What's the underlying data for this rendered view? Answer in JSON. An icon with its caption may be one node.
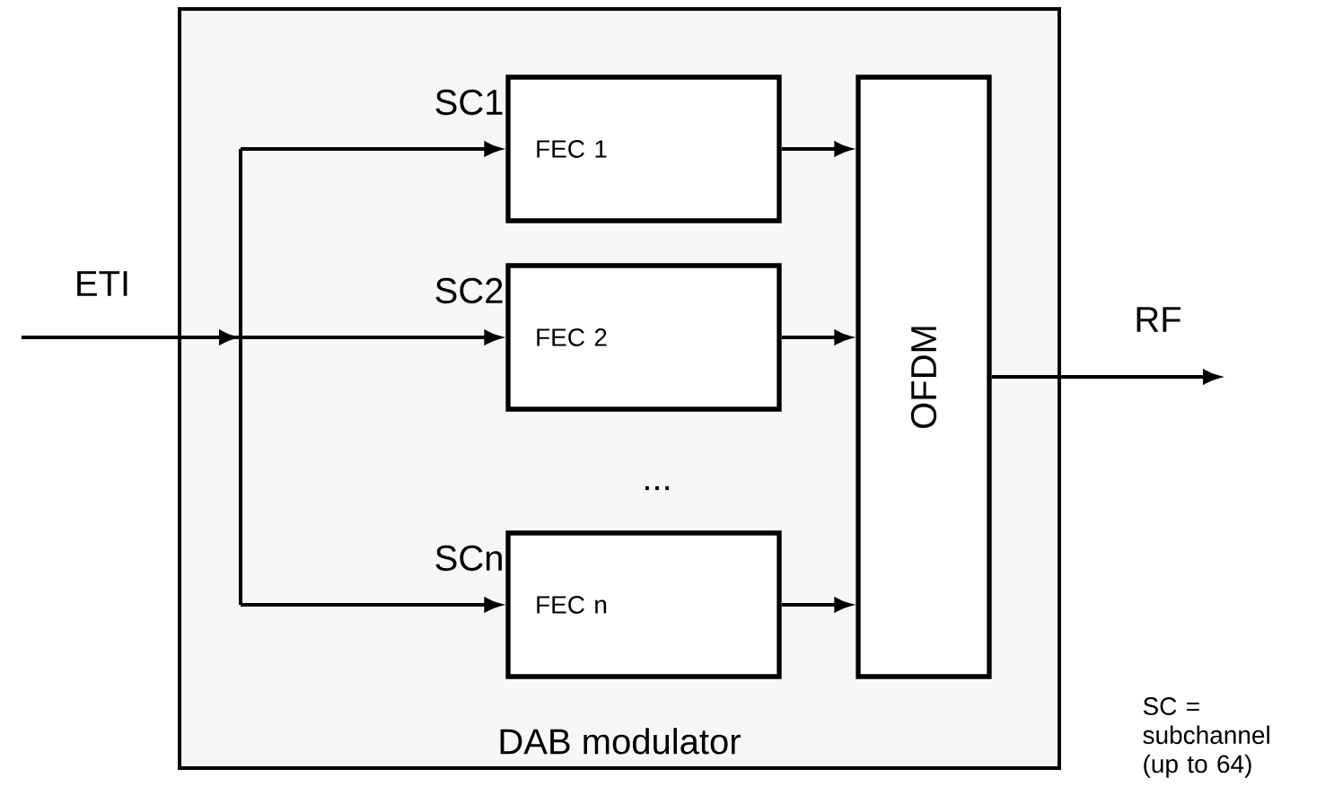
{
  "diagram": {
    "nodes": [
      {
        "text": [
          "DAB modulator"
        ]
      },
      {
        "text": [
          "FEC 1"
        ],
        "in": 0,
        "beside": [
          "SC1"
        ]
      },
      {
        "text": [
          "FEC 2"
        ],
        "in": 0,
        "beside": [
          "SC2"
        ]
      },
      {
        "text": [
          "FEC n"
        ],
        "in": 0,
        "beside": [
          "SCn"
        ]
      },
      {
        "text": [
          "OFDM"
        ],
        "in": 0
      }
    ],
    "edges": [
      {
        "from": null,
        "to": 1,
        "arrow": "to"
      },
      {
        "from": null,
        "to": 2,
        "arrow": "to"
      },
      {
        "from": null,
        "to": 3,
        "arrow": "to"
      },
      {
        "from": 1,
        "to": 4,
        "arrow": "to"
      },
      {
        "from": 2,
        "to": 4,
        "arrow": "to"
      },
      {
        "from": 3,
        "to": 4,
        "arrow": "to"
      },
      {
        "from": 4,
        "to": null,
        "arrow": "to"
      }
    ],
    "labels": [
      "ETI",
      "...",
      "RF",
      "SC = subchannel (up to 64)"
    ]
  }
}
